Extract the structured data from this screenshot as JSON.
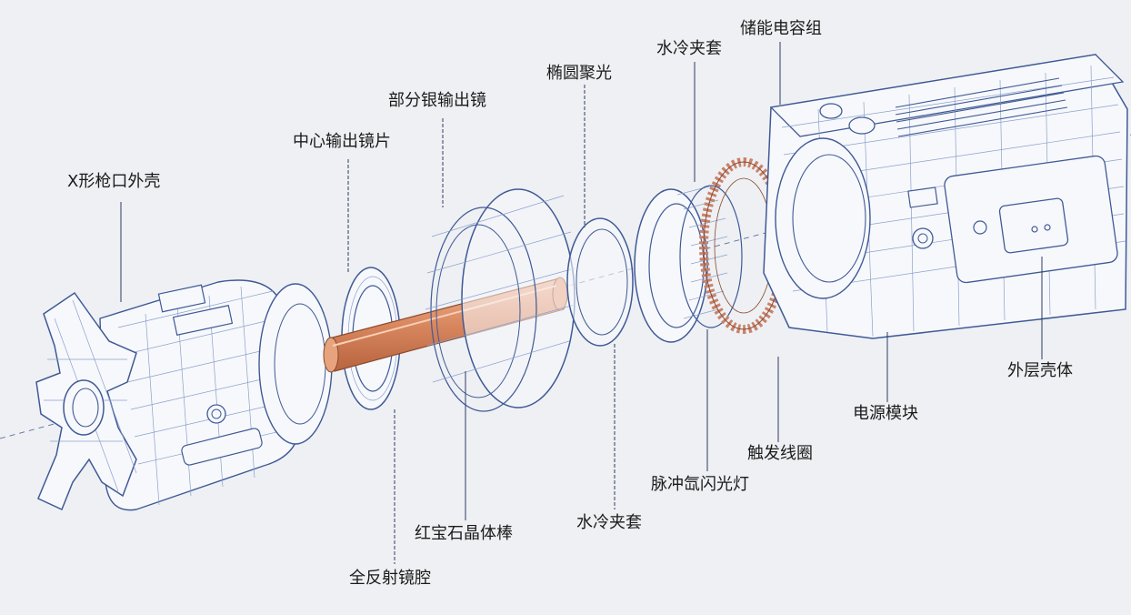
{
  "labels": {
    "x_gun_housing": "X形枪口外壳",
    "center_output_lens": "中心输出镜片",
    "partial_silver_output_mirror": "部分银输出镜",
    "elliptical_focusing": "椭圆聚光",
    "water_jacket_top": "水冷夹套",
    "energy_capacitor_bank": "储能电容组",
    "outer_casing": "外层壳体",
    "power_module": "电源模块",
    "trigger_coil": "触发线圈",
    "pulse_xenon_flashlamp": "脉冲氙闪光灯",
    "water_jacket_bottom": "水冷夹套",
    "ruby_crystal_rod": "红宝石晶体棒",
    "total_reflection_cavity": "全反射镜腔"
  },
  "colors": {
    "line": "#3f5a96",
    "background": "#eef0f3",
    "ruby": "#d9875f",
    "coil": "#c9826a",
    "text": "#1b1b1b"
  }
}
